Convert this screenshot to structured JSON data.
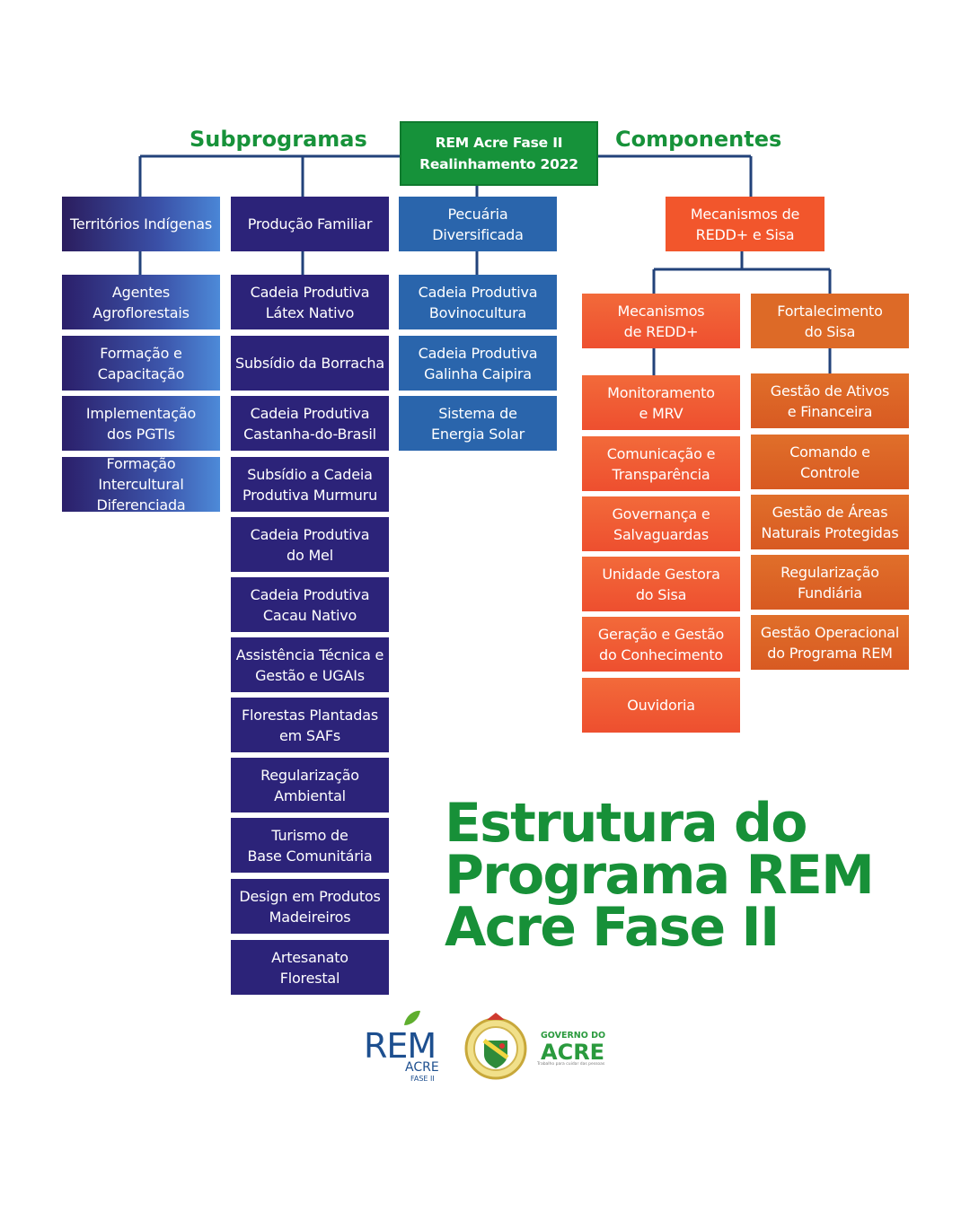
{
  "root": {
    "line1": "REM Acre Fase II",
    "line2": "Realinhamento 2022"
  },
  "labels": {
    "subprogramas": "Subprogramas",
    "componentes": "Componentes"
  },
  "columns": {
    "indigenas": {
      "title": "Territórios Indígenas",
      "items": [
        "Agentes\nAgroflorestais",
        "Formação e\nCapacitação",
        "Implementação\ndos PGTIs",
        "Formação Intercultural\nDiferenciada"
      ]
    },
    "familiar": {
      "title": "Produção Familiar",
      "items": [
        "Cadeia Produtiva\nLátex Nativo",
        "Subsídio da Borracha",
        "Cadeia Produtiva\nCastanha-do-Brasil",
        "Subsídio a Cadeia\nProdutiva Murmuru",
        "Cadeia Produtiva\ndo Mel",
        "Cadeia Produtiva\nCacau Nativo",
        "Assistência Técnica e\nGestão e UGAIs",
        "Florestas Plantadas\nem SAFs",
        "Regularização\nAmbiental",
        "Turismo de\nBase Comunitária",
        "Design em Produtos\nMadeireiros",
        "Artesanato\nFlorestal"
      ]
    },
    "pecuaria": {
      "title": "Pecuária\nDiversificada",
      "items": [
        "Cadeia Produtiva\nBovinocultura",
        "Cadeia Produtiva\nGalinha Caipira",
        "Sistema de\nEnergia Solar"
      ]
    },
    "mecanismos": {
      "title": "Mecanismos de\nREDD+ e Sisa"
    },
    "redd": {
      "title": "Mecanismos\nde REDD+",
      "items": [
        "Monitoramento\ne MRV",
        "Comunicação e\nTransparência",
        "Governança e\nSalvaguardas",
        "Unidade Gestora\ndo Sisa",
        "Geração e Gestão\ndo Conhecimento",
        "Ouvidoria"
      ]
    },
    "sisa": {
      "title": "Fortalecimento\ndo Sisa",
      "items": [
        "Gestão de Ativos\ne Financeira",
        "Comando e\nControle",
        "Gestão de Áreas\nNaturais Protegidas",
        "Regularização\nFundiária",
        "Gestão Operacional\ndo Programa REM"
      ]
    }
  },
  "main_title": "Estrutura do\nPrograma REM\nAcre Fase II",
  "logos": {
    "rem": "REM",
    "rem_acre": "ACRE",
    "rem_fase": "FASE II",
    "gov_small": "GOVERNO DO",
    "gov_big": "ACRE",
    "gov_tagline": "Trabalho para cuidar das pessoas"
  },
  "colors": {
    "green": "#16923a",
    "navy": "#2c2379",
    "blue": "#2a65ac",
    "orange": "#f2562c",
    "dark_orange": "#dd6a27"
  }
}
